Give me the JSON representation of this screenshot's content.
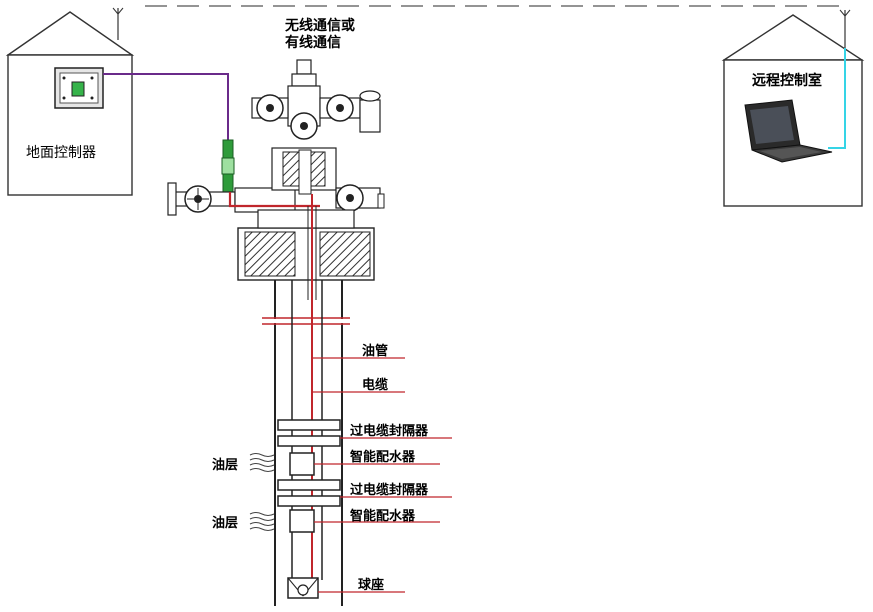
{
  "colors": {
    "accent_red": "#c0262c",
    "purple_line": "#6a2a8a",
    "cyan_link": "#35d4e6",
    "green_sensor": "#2e9b3a",
    "hatch": "#333333"
  },
  "labels": {
    "comm_line1": "无线通信或",
    "comm_line2": "有线通信",
    "ground_controller": "地面控制器",
    "remote_room": "远程控制室",
    "tubing": "油管",
    "cable": "电缆",
    "packer_1": "过电缆封隔器",
    "distributor_1": "智能配水器",
    "packer_2": "过电缆封隔器",
    "distributor_2": "智能配水器",
    "ball_seat": "球座",
    "oil_layer_1": "油层",
    "oil_layer_2": "油层"
  },
  "icons": {
    "antenna": "antenna-icon",
    "controller": "controller-panel-icon",
    "laptop": "laptop-icon",
    "valve": "valve-wheel-icon"
  }
}
